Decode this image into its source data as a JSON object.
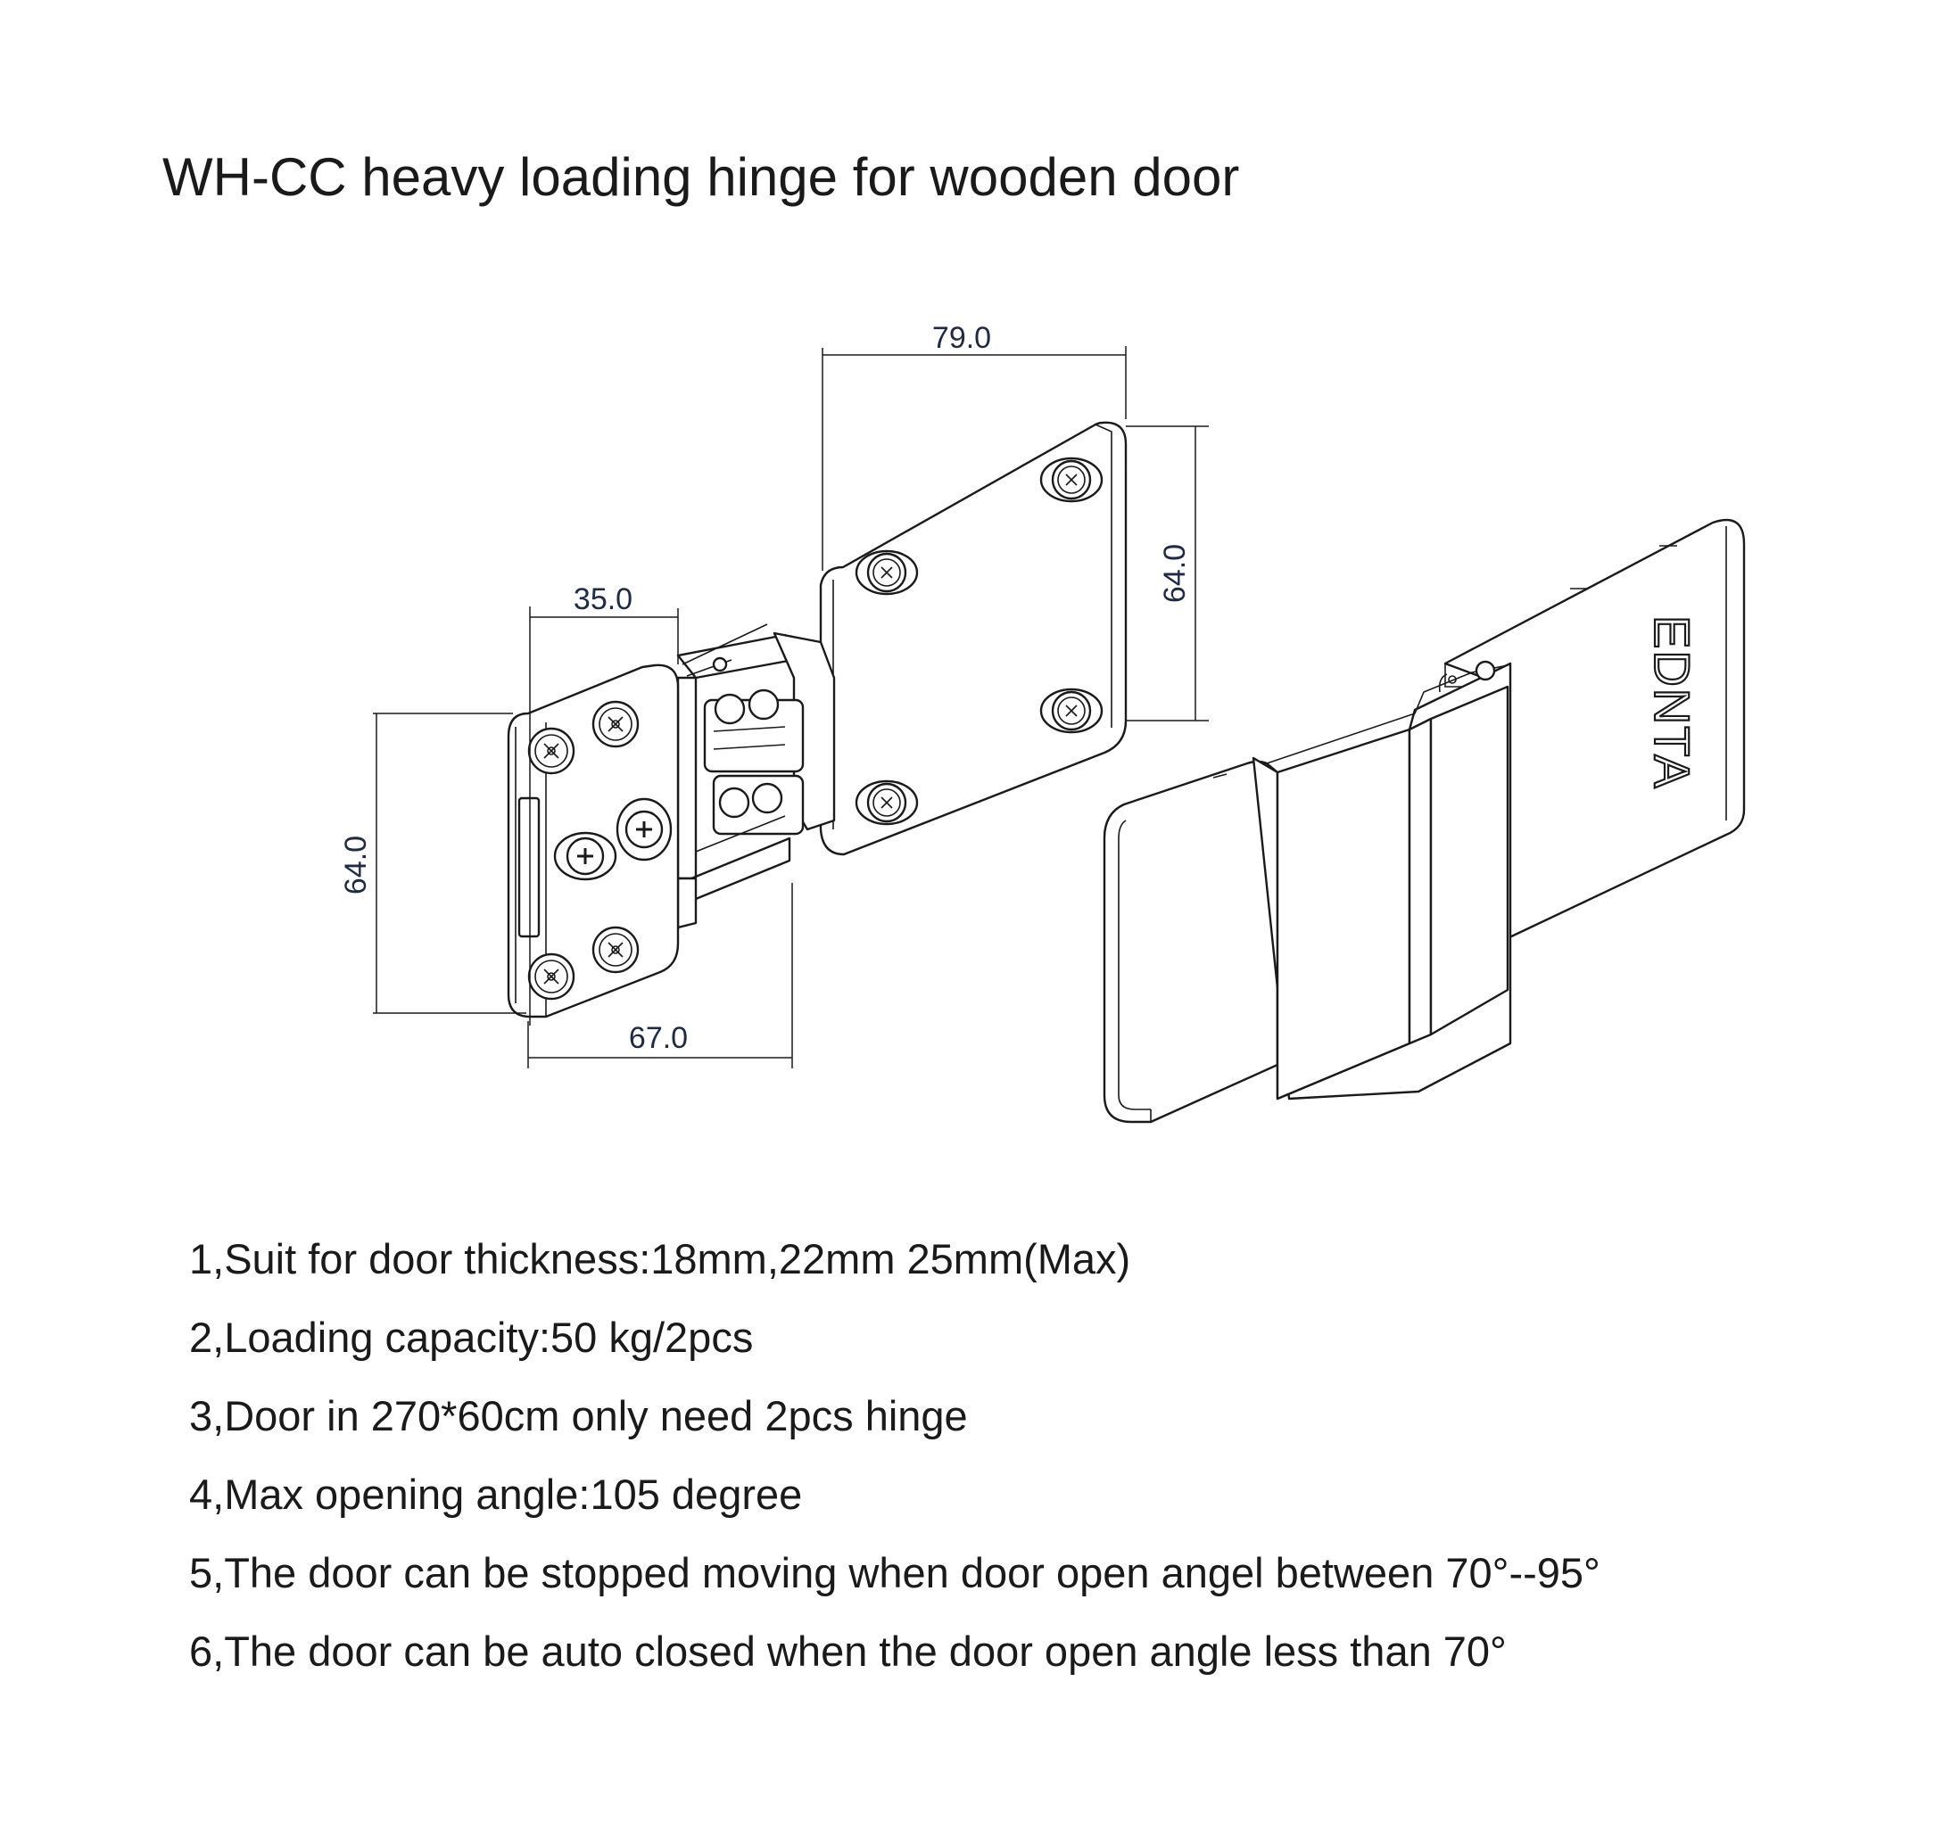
{
  "title": "WH-CC heavy loading hinge for wooden door",
  "dimensions": {
    "top_width": "79.0",
    "inner_width": "35.0",
    "right_height": "64.0",
    "left_height": "64.0",
    "bottom_width": "67.0"
  },
  "logo_text": "EDNTA",
  "specs": [
    "1,Suit for door thickness:18mm,22mm 25mm(Max)",
    "2,Loading capacity:50 kg/2pcs",
    "3,Door in 270*60cm only need 2pcs hinge",
    "4,Max opening angle:105 degree",
    "5,The door can be stopped moving when door open angel between 70°--95°",
    "6,The door can be auto closed when the door open angle less than 70°"
  ]
}
